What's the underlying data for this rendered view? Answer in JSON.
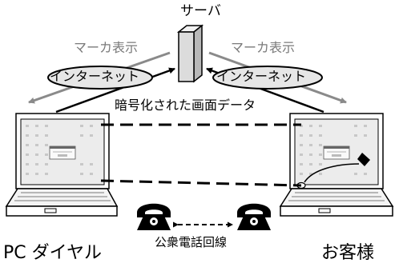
{
  "labels": {
    "server": "サーバ",
    "marker_left": "マーカ表示",
    "marker_right": "マーカ表示",
    "internet_left": "インターネット",
    "internet_right": "インターネット",
    "encrypted_data": "暗号化された画面データ",
    "public_phone_line": "公衆電話回線",
    "pc_dial": "PC ダイヤル",
    "customer": "お客様"
  },
  "icons": {
    "server": "server-tower-icon",
    "laptop_left": "laptop-icon",
    "laptop_right": "laptop-icon",
    "phone_left": "telephone-icon",
    "phone_right": "telephone-icon",
    "mouse": "mouse-icon"
  },
  "colors": {
    "line": "#000000",
    "gray_arrow": "#8a8a8a",
    "screen": "#e8e8e8",
    "server_body": "#dcdcdc"
  }
}
